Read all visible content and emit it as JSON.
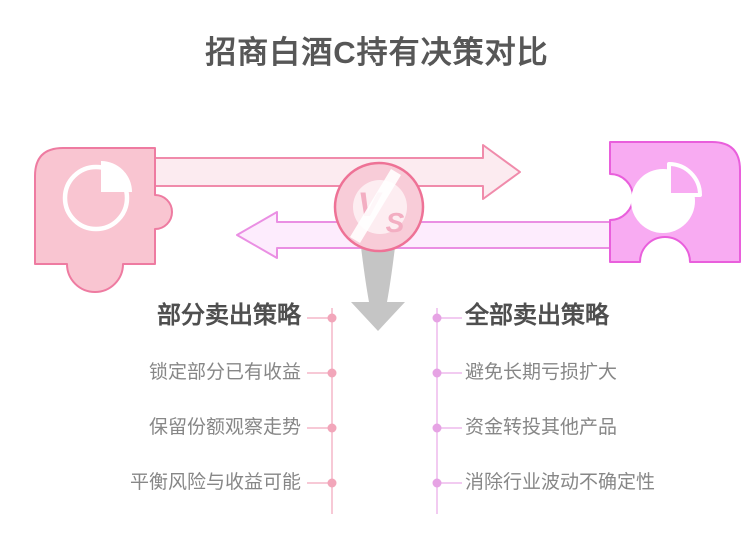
{
  "title": "招商白酒C持有决策对比",
  "badge": {
    "v": "V",
    "s": "S"
  },
  "left_panel": {
    "heading": "部分卖出策略",
    "items": [
      "锁定部分已有收益",
      "保留份额观察走势",
      "平衡风险与收益可能"
    ]
  },
  "right_panel": {
    "heading": "全部卖出策略",
    "items": [
      "避免长期亏损扩大",
      "资金转投其他产品",
      "消除行业波动不确定性"
    ]
  },
  "icons": {
    "left_puzzle": "puzzle-piece-icon",
    "right_puzzle": "puzzle-piece-icon",
    "left_pie": "pie-chart-icon",
    "right_pie": "pie-chart-icon",
    "vs": "vs-lightning-badge",
    "down": "down-arrow-icon"
  },
  "colors": {
    "left_fill": "#f9c5d1",
    "left_stroke": "#ee7ba1",
    "left_arrow_fill": "#fcebf0",
    "left_arrow_stroke": "#f08bab",
    "right_fill": "#f8abf2",
    "right_stroke": "#e95fdc",
    "right_arrow_fill": "#fdecfd",
    "right_arrow_stroke": "#ea8fe3",
    "badge_fill": "#f8ccd8",
    "badge_stroke": "#ee7296",
    "badge_letter": "#f3aec2",
    "badge_inner_white": "#ffffff",
    "pie_white": "#ffffff",
    "gray_arrow": "#c5c5c5",
    "left_line": "#f7c9d6",
    "left_dot": "#f2a6ba",
    "right_line": "#f2cbf1",
    "right_dot": "#e6a3e4",
    "title_color": "#575757",
    "heading_color": "#4f4f4f",
    "item_color": "#878787"
  }
}
